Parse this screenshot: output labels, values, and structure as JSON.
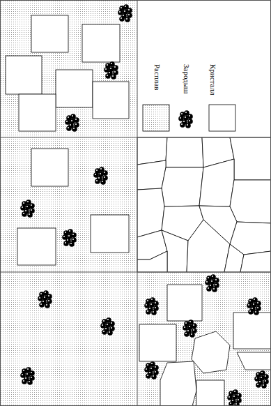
{
  "diagram": {
    "legend": [
      {
        "text": "Расплав"
      },
      {
        "text": "Зародыш"
      },
      {
        "text": "Кристалл"
      }
    ]
  }
}
